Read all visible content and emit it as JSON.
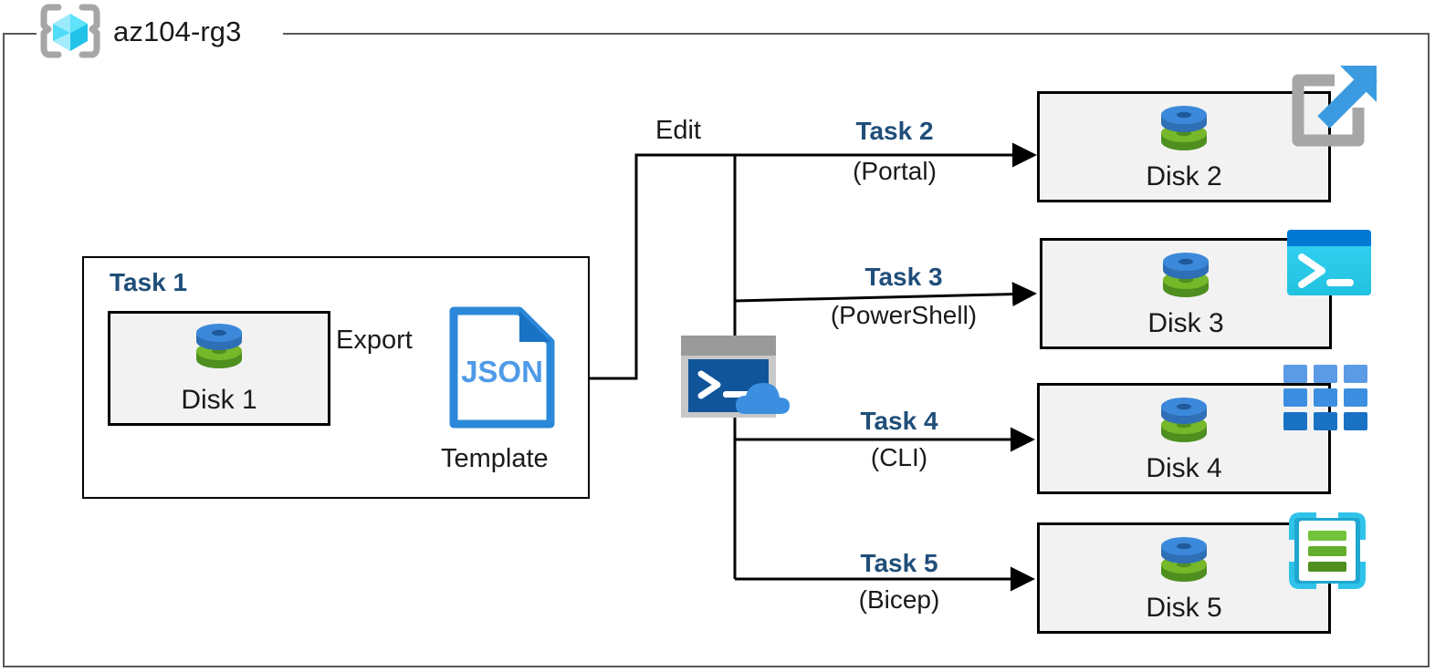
{
  "resource_group": {
    "name": "az104-rg3",
    "icon": "resource-group-cube-icon",
    "frame_color": "#595959"
  },
  "colors": {
    "task_label": "#1F4E79",
    "box_fill": "#F2F2F2",
    "box_border": "#000000",
    "disk_blue": "#3C89DB",
    "disk_green": "#6FAE2B",
    "json_blue": "#2B88D8",
    "powershell_cyan": "#2EC7EF",
    "powershell_bar": "#0078D4",
    "bicep_cyan": "#30C3EA",
    "cli_blue": "#3C8FE0",
    "portal_gray": "#A6A6A6",
    "portal_arrow": "#3C9BE0",
    "cloudshell_terminal": "#10559A",
    "cloudshell_cloud": "#3C8FE0"
  },
  "task1": {
    "label": "Task 1",
    "disk": {
      "caption": "Disk 1",
      "icon": "disk-icon"
    },
    "export_label": "Export",
    "template": {
      "file_type": "JSON",
      "caption": "Template",
      "icon": "json-file-icon"
    }
  },
  "edit_label": "Edit",
  "cloud_shell": {
    "icon": "cloud-shell-icon"
  },
  "flows": [
    {
      "task_label": "Task 2",
      "tool_label": "(Portal)",
      "target": {
        "caption": "Disk 2",
        "icon": "disk-icon"
      },
      "tool_icon": "portal-external-link-icon"
    },
    {
      "task_label": "Task 3",
      "tool_label": "(PowerShell)",
      "target": {
        "caption": "Disk 3",
        "icon": "disk-icon"
      },
      "tool_icon": "powershell-icon"
    },
    {
      "task_label": "Task 4",
      "tool_label": "(CLI)",
      "target": {
        "caption": "Disk 4",
        "icon": "disk-icon"
      },
      "tool_icon": "azure-cli-grid-icon"
    },
    {
      "task_label": "Task 5",
      "tool_label": "(Bicep)",
      "target": {
        "caption": "Disk 5",
        "icon": "disk-icon"
      },
      "tool_icon": "bicep-icon"
    }
  ]
}
